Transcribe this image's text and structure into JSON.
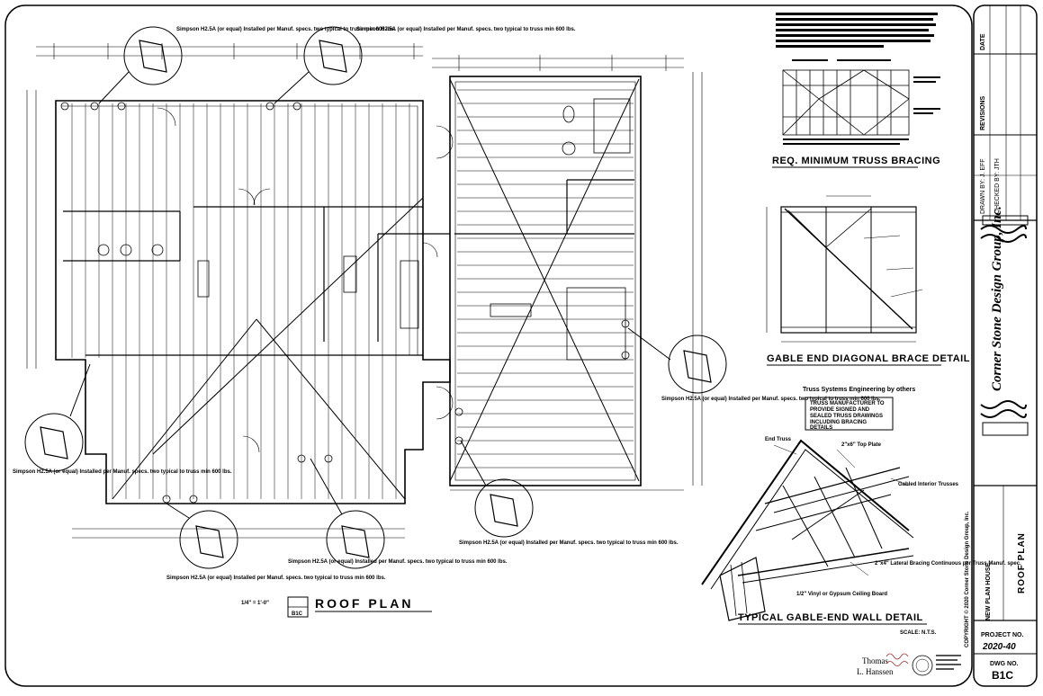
{
  "plan": {
    "title": "ROOF PLAN",
    "scale_label": "1/4\" = 1'-0\"",
    "sheet_ref": "B1C"
  },
  "details": {
    "truss_bracing_title": "REQ. MINIMUM TRUSS BRACING",
    "gable_brace_title": "GABLE END DIAGONAL BRACE DETAIL",
    "gable_wall_title": "TYPICAL GABLE-END WALL DETAIL",
    "gable_wall_scale": "SCALE: N.T.S.",
    "truss_engineering_note": "Truss Systems Engineering by others",
    "truss_box_lines": [
      "TRUSS MANUFACTURER TO",
      "PROVIDE SIGNED AND",
      "SEALED TRUSS DRAWINGS",
      "INCLUDING BRACING",
      "DETAILS"
    ],
    "gable_labels": {
      "end_truss": "End Truss",
      "gypsum_ceiling": "1/2\" Vinyl or Gypsum Ceiling Board",
      "gable_interior": "Gabled Interior Trusses",
      "lateral_bracing": "2\"x4\" Lateral Bracing Continuous per Truss Manuf. spec.",
      "plate": "2\"x6\" Top Plate"
    },
    "hurricane_note": "Simpson H2.5A (or equal) Installed per Manuf. specs. two typical to truss min 600 lbs."
  },
  "title_block": {
    "firm_name": "Corner Stone Design Group, Inc.",
    "project_name": "NEW PLAN HOUSE",
    "sheet_title": "ROOF PLAN",
    "copyright": "COPYRIGHT © 2020 Corner Stone Design Group, Inc.",
    "project_no_label": "PROJECT NO.",
    "project_no": "2020-40",
    "dwg_no_label": "DWG NO.",
    "dwg_no": "B1C",
    "revisions_label": "REVISIONS",
    "date_label": "DATE",
    "drawn_by": "DRAWN BY: J. EFF",
    "checked_by": "CHECKED BY: JTH"
  },
  "stamp": {
    "signer_first": "Thomas",
    "signer_last": "L. Hanssen"
  },
  "colors": {
    "line": "#000000",
    "paper": "#ffffff"
  }
}
